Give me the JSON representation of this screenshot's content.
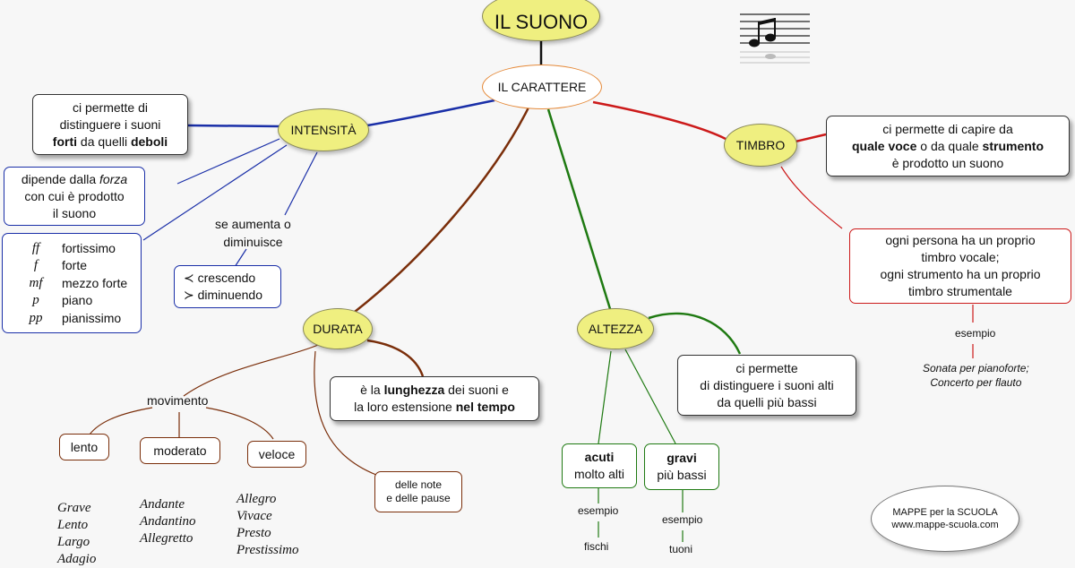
{
  "title": "IL SUONO",
  "center": "IL CARATTERE",
  "intensita": {
    "label": "INTENSITÀ",
    "desc": {
      "l1": "ci permette di",
      "l2": "distinguere i suoni",
      "bold1": "forti",
      "mid": " da quelli ",
      "bold2": "deboli"
    },
    "dipende": {
      "l1pre": "dipende dalla ",
      "l1it": "forza",
      "l2": "con cui è prodotto",
      "l3": "il suono"
    },
    "dynamics": [
      {
        "sym": "ff",
        "name": "fortissimo"
      },
      {
        "sym": "f",
        "name": "forte"
      },
      {
        "sym": "mf",
        "name": "mezzo forte"
      },
      {
        "sym": "p",
        "name": "piano"
      },
      {
        "sym": "pp",
        "name": "pianissimo"
      }
    ],
    "aumenta": {
      "l1": "se aumenta o",
      "l2": "diminuisce"
    },
    "cresc": {
      "l1": "≺ crescendo",
      "l2": "≻ diminuendo"
    }
  },
  "timbro": {
    "label": "TIMBRO",
    "desc": {
      "l1": "ci permette di capire da",
      "b1": "quale voce",
      "mid": " o da quale ",
      "b2": "strumento",
      "l3": "è prodotto un suono"
    },
    "persona": {
      "l1": "ogni persona ha un proprio",
      "l2": "timbro vocale;",
      "l3": "ogni strumento ha un proprio",
      "l4": "timbro strumentale"
    },
    "esempio": "esempio",
    "examples": {
      "l1": "Sonata per pianoforte;",
      "l2": "Concerto per flauto"
    }
  },
  "durata": {
    "label": "DURATA",
    "desc": {
      "pre1": "è la ",
      "b1": "lunghezza",
      "post1": " dei suoni e",
      "pre2": "la loro estensione ",
      "b2": "nel tempo"
    },
    "note": {
      "l1": "delle note",
      "l2": "e delle pause"
    },
    "movimento": "movimento",
    "lento": {
      "label": "lento",
      "items": [
        "Grave",
        "Lento",
        "Largo",
        "Adagio"
      ]
    },
    "moderato": {
      "label": "moderato",
      "items": [
        "Andante",
        "Andantino",
        "Allegretto"
      ]
    },
    "veloce": {
      "label": "veloce",
      "items": [
        "Allegro",
        "Vivace",
        "Presto",
        "Prestissimo"
      ]
    }
  },
  "altezza": {
    "label": "ALTEZZA",
    "desc": {
      "l1": "ci permette",
      "l2": "di distinguere i suoni alti",
      "l3": "da quelli più bassi"
    },
    "acuti": {
      "b": "acuti",
      "l2": "molto alti",
      "esempio": "esempio",
      "ex": "fischi"
    },
    "gravi": {
      "b": "gravi",
      "l2": "più bassi",
      "esempio": "esempio",
      "ex": "tuoni"
    }
  },
  "credit": {
    "l1": "MAPPE per la SCUOLA",
    "l2": "www.mappe-scuola.com"
  },
  "colors": {
    "intensita": "#1a2fa8",
    "timbro": "#cc1a1a",
    "durata": "#7a2e0a",
    "altezza": "#1f7a12",
    "title_fill": "#efef80"
  }
}
